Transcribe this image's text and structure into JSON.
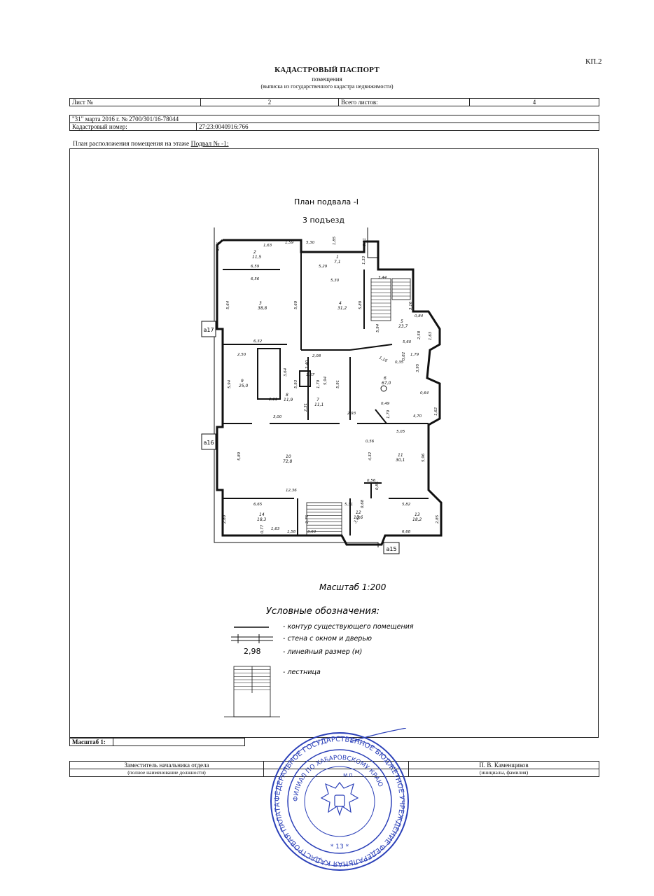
{
  "doc": {
    "code": "КП.2",
    "title": "КАДАСТРОВЫЙ ПАСПОРТ",
    "subtitle": "помещения",
    "note": "(выписка из государственного кадастра недвижимости)"
  },
  "sheet": {
    "label": "Лист №",
    "number": "2",
    "total_label": "Всего листов:",
    "total": "4"
  },
  "info": {
    "date_line": "\"31\" марта 2016 г. № 2700/301/16-78044",
    "cad_label": "Кадастровый номер:",
    "cad_number": "27:23:0040916:766"
  },
  "plan": {
    "label": "План расположения помещения на этаже",
    "floor": "Подвал № -1:",
    "title": "План подвала -I",
    "entrance": "3 подъезд",
    "scale": "Масштаб 1:200",
    "rooms": [
      {
        "no": "2",
        "area": "11,5"
      },
      {
        "no": "1",
        "area": "7,1"
      },
      {
        "no": "3",
        "area": "38,8"
      },
      {
        "no": "4",
        "area": "31,2"
      },
      {
        "no": "5",
        "area": "23,7"
      },
      {
        "no": "6",
        "area": "67,0"
      },
      {
        "no": "7",
        "area": "11,1"
      },
      {
        "no": "8",
        "area": "11,9"
      },
      {
        "no": "9",
        "area": "25,0"
      },
      {
        "no": "10",
        "area": "72,8"
      },
      {
        "no": "11",
        "area": "30,1"
      },
      {
        "no": "12",
        "area": "15,6"
      },
      {
        "no": "13",
        "area": "18,2"
      },
      {
        "no": "14",
        "area": "18,3"
      }
    ],
    "dims": [
      "2,76",
      "1,63",
      "1,59",
      "5,30",
      "1,85",
      "0,91",
      "6,59",
      "6,56",
      "5,29",
      "5,30",
      "1,33",
      "3,44",
      "5,64",
      "5,69",
      "5,89",
      "3,16",
      "0,84",
      "5,94",
      "6,32",
      "5,60",
      "2,58",
      "1,63",
      "2,50",
      "2,08",
      "1,79",
      "0,82",
      "3,64",
      "2,40",
      "1,07",
      "0,35",
      "1,16",
      "3,95",
      "5,94",
      "5,93",
      "1,79",
      "5,94",
      "5,91",
      "0,64",
      "2,11",
      "2,31",
      "2,93",
      "0,49",
      "1,79",
      "4,70",
      "1,62",
      "3,00",
      "5,05",
      "0,56",
      "5,89",
      "4,32",
      "5,96",
      "12,36",
      "0,56",
      "0,85",
      "6,65",
      "5,31",
      "0,68",
      "5,82",
      "2,80",
      "2,76",
      "3,44",
      "2,85",
      "0,77",
      "1,63",
      "1,58",
      "3,60",
      "6,68"
    ],
    "axes": [
      "а17",
      "а16",
      "а15"
    ]
  },
  "legend": {
    "title": "Условные обозначения:",
    "items": [
      {
        "sample": "",
        "text": "- контур существующего помещения"
      },
      {
        "sample": "",
        "text": "- стена с окном и дверью"
      },
      {
        "sample": "2,98",
        "text": "- линейный размер (м)"
      },
      {
        "sample": "",
        "text": "- лестница"
      }
    ]
  },
  "footer": {
    "scale_label": "Масштаб 1:",
    "scale_value": "",
    "position": "Заместитель начальника отдела",
    "position_note": "(полное наименование должности)",
    "name": "П. В. Каменщиков",
    "name_note": "(инициалы, фамилия)",
    "mp": "М.П."
  },
  "stamp": {
    "outer_text": "ФЕДЕРАЛЬНОЕ ГОСУДАРСТВЕННОЕ БЮДЖЕТНОЕ УЧРЕЖДЕНИЕ ФЕДЕРАЛЬНАЯ КАДАСТРОВАЯ ПАЛАТА",
    "inner_text": "ФИЛИАЛ ПО ХАБАРОВСКОМУ КРАЮ",
    "number": "* 13 *"
  },
  "colors": {
    "ink": "#111111",
    "stamp": "#2a3fb8"
  }
}
